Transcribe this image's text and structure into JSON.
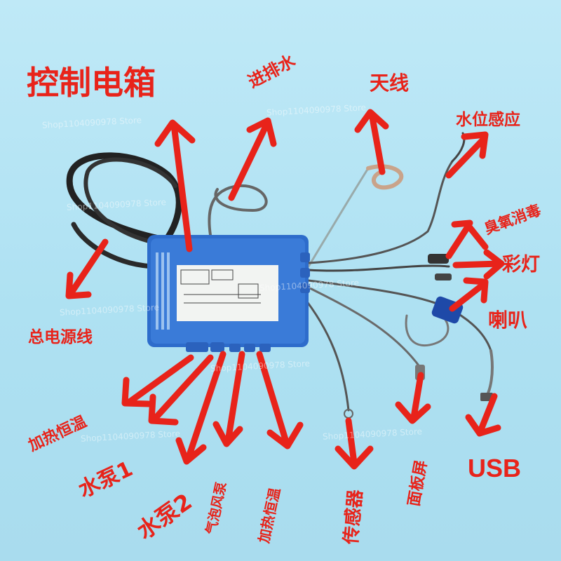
{
  "labels": {
    "control_box": "控制电箱",
    "inlet_drain": "进排水",
    "antenna": "天线",
    "water_level": "水位感应",
    "ozone": "臭氧消毒",
    "color_light": "彩灯",
    "speaker": "喇叭",
    "main_power": "总电源线",
    "heater_thermo_1": "加热恒温",
    "pump1": "水泵1",
    "pump2": "水泵2",
    "bubble_blower": "气泡风泵",
    "heater_thermo_2": "加热恒温",
    "sensor": "传感器",
    "panel_screen": "面板屏",
    "usb": "USB"
  },
  "watermark": "Shop1104090978 Store",
  "colors": {
    "background": "#b7e6f5",
    "label_red": "#e8231a",
    "box_blue": "#2f6fd0"
  }
}
